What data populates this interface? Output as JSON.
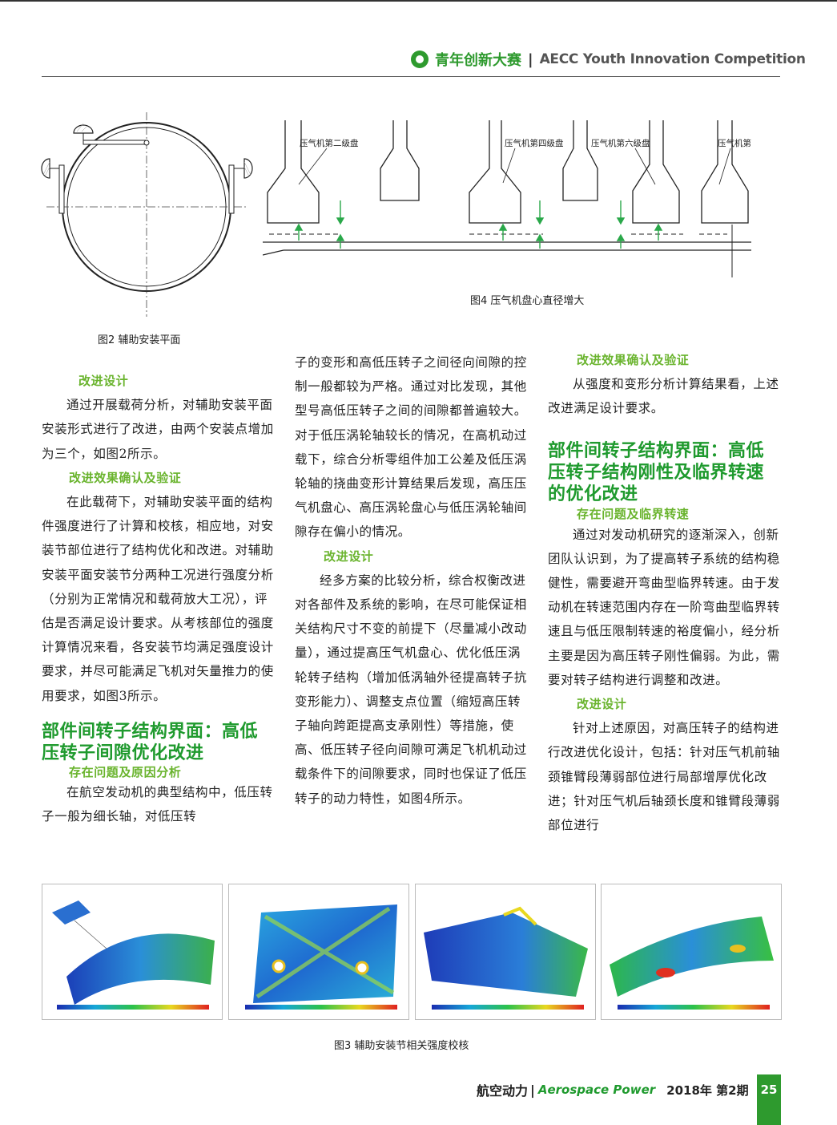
{
  "header": {
    "title_cn": "青年创新大赛",
    "separator": "|",
    "title_en": "AECC Youth Innovation Competition"
  },
  "fig2": {
    "caption": "图2 辅助安装平面"
  },
  "fig4": {
    "caption": "图4 压气机盘心直径增大",
    "labels": [
      "压气机第二级盘",
      "压气机第四级盘",
      "压气机第六级盘",
      "压气机第七级盘"
    ]
  },
  "fig3": {
    "caption": "图3 辅助安装节相关强度校核"
  },
  "col1": {
    "sub1": "改进设计",
    "p1": "通过开展载荷分析，对辅助安装平面安装形式进行了改进，由两个安装点增加为三个，如图2所示。",
    "sub2": "改进效果确认及验证",
    "p2": "在此载荷下，对辅助安装平面的结构件强度进行了计算和校核，相应地，对安装节部位进行了结构优化和改进。对辅助安装平面安装节分两种工况进行强度分析（分别为正常情况和载荷放大工况），评估是否满足设计要求。从考核部位的强度计算情况来看，各安装节均满足强度设计要求，并尽可能满足飞机对矢量推力的使用要求，如图3所示。",
    "heading": "部件间转子结构界面：高低压转子间隙优化改进",
    "sub3": "存在问题及原因分析",
    "p3": "在航空发动机的典型结构中，低压转子一般为细长轴，对低压转"
  },
  "col2": {
    "p1": "子的变形和高低压转子之间径向间隙的控制一般都较为严格。通过对比发现，其他型号高低压转子之间的间隙都普遍较大。对于低压涡轮轴较长的情况，在高机动过载下，综合分析零组件加工公差及低压涡轮轴的挠曲变形计算结果后发现，高压压气机盘心、高压涡轮盘心与低压涡轮轴间隙存在偏小的情况。",
    "sub1": "改进设计",
    "p2": "经多方案的比较分析，综合权衡改进对各部件及系统的影响，在尽可能保证相关结构尺寸不变的前提下（尽量减小改动量），通过提高压气机盘心、优化低压涡轮转子结构（增加低涡轴外径提高转子抗变形能力）、调整支点位置（缩短高压转子轴向跨距提高支承刚性）等措施，使高、低压转子径向间隙可满足飞机机动过载条件下的间隙要求，同时也保证了低压转子的动力特性，如图4所示。"
  },
  "col3": {
    "sub1": "改进效果确认及验证",
    "p1": "从强度和变形分析计算结果看，上述改进满足设计要求。",
    "heading": "部件间转子结构界面：高低压转子结构刚性及临界转速的优化改进",
    "sub2": "存在问题及临界转速",
    "p2": "通过对发动机研究的逐渐深入，创新团队认识到，为了提高转子系统的结构稳健性，需要避开弯曲型临界转速。由于发动机在转速范围内存在一阶弯曲型临界转速且与低压限制转速的裕度偏小，经分析主要是因为高压转子刚性偏弱。为此，需要对转子结构进行调整和改进。",
    "sub3": "改进设计",
    "p3": "针对上述原因，对高压转子的结构进行改进优化设计，包括：针对压气机前轴颈锥臂段薄弱部位进行局部增厚优化改进；针对压气机后轴颈长度和锥臂段薄弱部位进行"
  },
  "footer": {
    "journal_cn": "航空动力",
    "sep": "|",
    "journal_en": "Aerospace Power",
    "issue": "2018年 第2期",
    "page": "25"
  }
}
